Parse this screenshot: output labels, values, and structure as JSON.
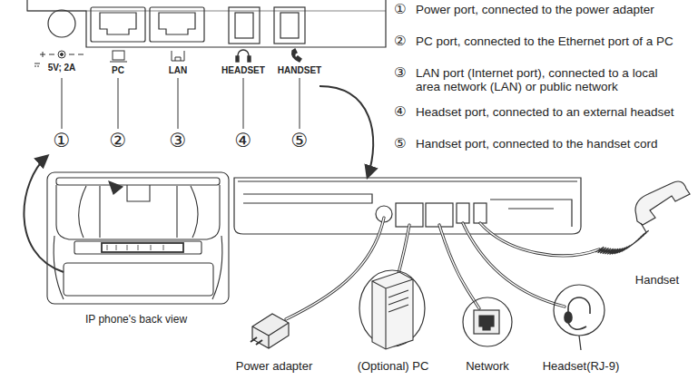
{
  "diagram": {
    "nodes": [
      {
        "text": [
          "Power adapter"
        ]
      },
      {
        "text": [
          "(Optional) PC"
        ]
      },
      {
        "text": [
          "Network"
        ]
      },
      {
        "text": [
          "Headset(RJ-9)"
        ]
      },
      {
        "text": [
          "Handset"
        ]
      }
    ],
    "labels": [
      "5V; 2A",
      "PC",
      "LAN",
      "HEADSET",
      "HANDSET",
      "①",
      "②",
      "③",
      "④",
      "⑤",
      "①",
      "Power port, connected to the power adapter",
      "②",
      "PC port, connected to the Ethernet port of a PC",
      "③",
      "LAN port (Internet port), connected to a local area network (LAN) or public network",
      "④",
      "Headset port, connected to an external headset",
      "⑤",
      "Handset port, connected to the handset cord",
      "IP phone's back view"
    ]
  }
}
